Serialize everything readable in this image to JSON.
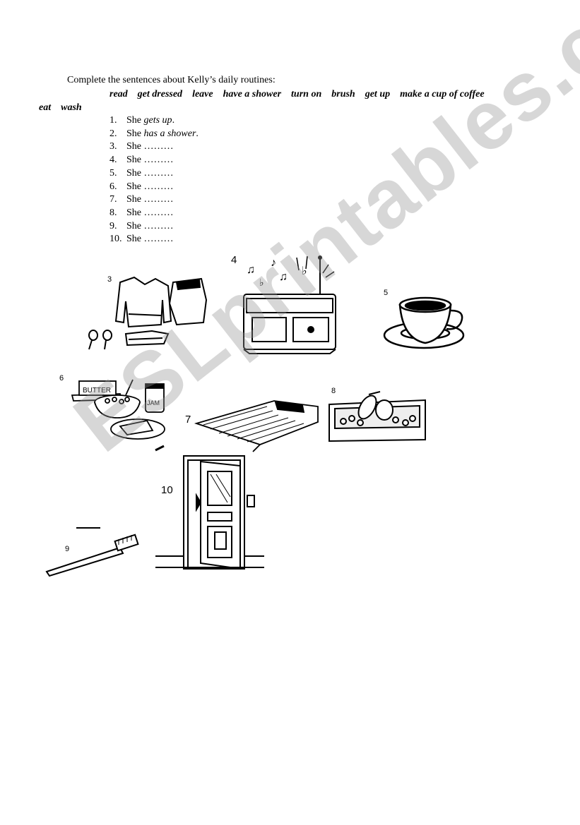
{
  "instruction": "Complete the sentences about Kelly’s daily routines:",
  "word_bank": [
    "read",
    "get dressed",
    "leave",
    "have a shower",
    "turn on",
    "brush",
    "get up",
    "make a cup of coffee",
    "eat",
    "wash"
  ],
  "sentences": [
    {
      "num": "1.",
      "subject": "She",
      "answer": "gets up",
      "end": "."
    },
    {
      "num": "2.",
      "subject": "She",
      "answer": "has a shower",
      "end": "."
    },
    {
      "num": "3.",
      "subject": "She",
      "answer": "………",
      "end": ""
    },
    {
      "num": "4.",
      "subject": "She",
      "answer": "………",
      "end": ""
    },
    {
      "num": "5.",
      "subject": "She",
      "answer": "………",
      "end": ""
    },
    {
      "num": "6.",
      "subject": "She",
      "answer": "………",
      "end": ""
    },
    {
      "num": "7.",
      "subject": "She",
      "answer": "………",
      "end": ""
    },
    {
      "num": "8.",
      "subject": "She",
      "answer": "………",
      "end": ""
    },
    {
      "num": "9.",
      "subject": "She",
      "answer": "………",
      "end": ""
    },
    {
      "num": "10.",
      "subject": "She",
      "answer": "………",
      "end": ""
    }
  ],
  "pictures": {
    "p3": "3",
    "p4": "4",
    "p5": "5",
    "p6": "6",
    "p7": "7",
    "p8": "8",
    "p9": "9",
    "p10": "10",
    "butter": "BUTTER",
    "jam": "JAM"
  },
  "watermark": "ESLprintables.com"
}
